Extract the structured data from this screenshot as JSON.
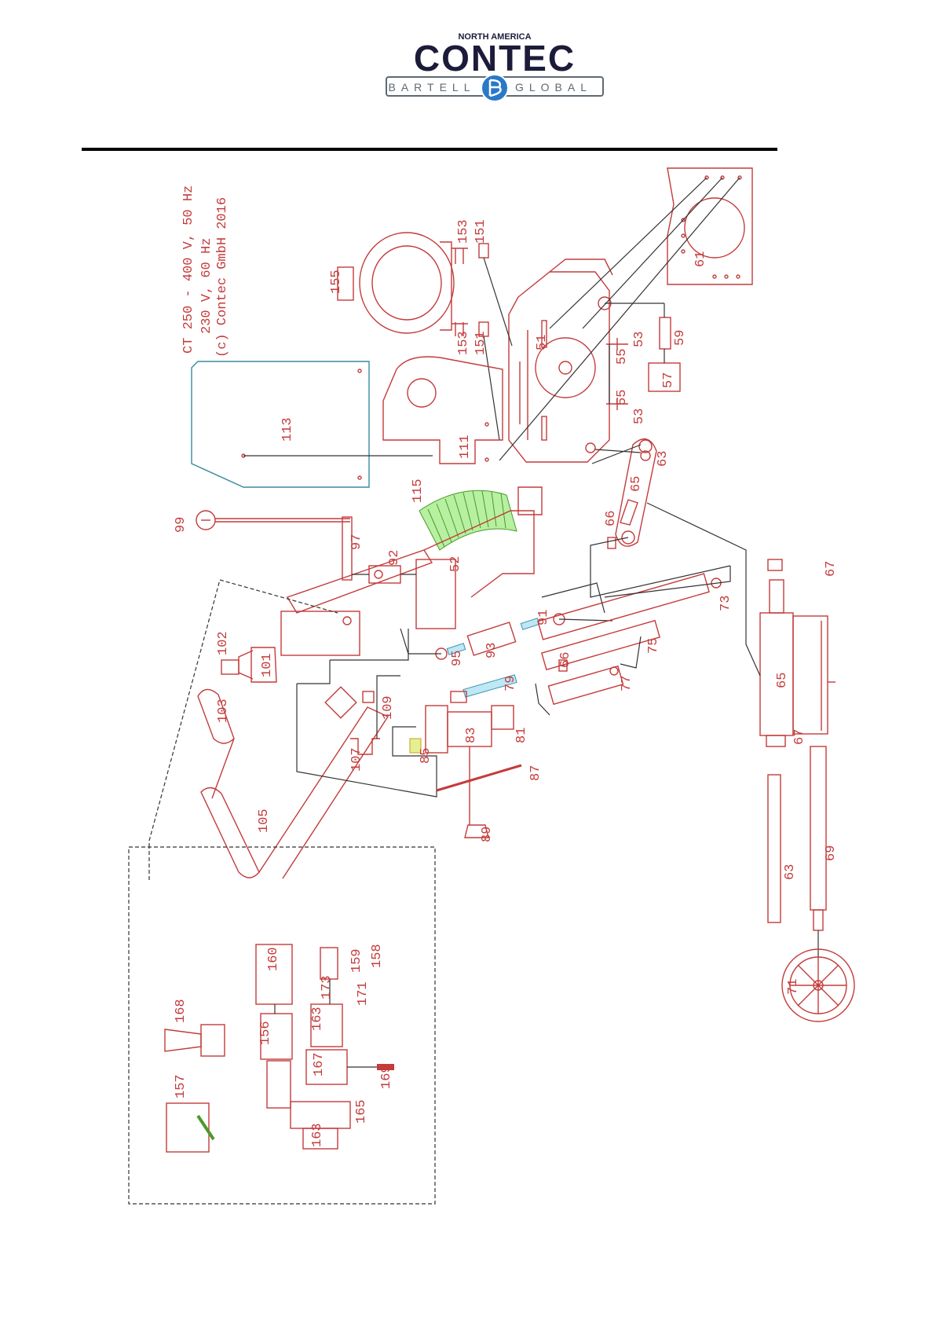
{
  "logo": {
    "top_text": "NORTH AMERICA",
    "brand": "CONTEC",
    "left_word": "BARTELL",
    "right_word": "GLOBAL",
    "colors": {
      "navy": "#1c1c3a",
      "blue": "#2a78c8",
      "gray": "#5e6a74"
    }
  },
  "caption": {
    "line1": "CT 250 - 400 V, 50 Hz",
    "line2": "230 V, 60 Hz",
    "line3": "(c) Contec GmbH 2016"
  },
  "part_labels": {
    "p51": "51",
    "p52": "52",
    "p53a": "53",
    "p53b": "53",
    "p55a": "55",
    "p55b": "55",
    "p57": "57",
    "p59": "59",
    "p61": "61",
    "p63a": "63",
    "p63b": "63",
    "p65a": "65",
    "p65b": "65",
    "p66a": "66",
    "p66b": "66",
    "p67a": "67",
    "p67b": "67",
    "p69": "69",
    "p71": "71",
    "p73": "73",
    "p75": "75",
    "p77": "77",
    "p79": "79",
    "p81": "81",
    "p83": "83",
    "p85": "85",
    "p87": "87",
    "p89": "89",
    "p91": "91",
    "p92": "92",
    "p93": "93",
    "p95": "95",
    "p97": "97",
    "p99": "99",
    "p101": "101",
    "p102": "102",
    "p103": "103",
    "p105": "105",
    "p107": "107",
    "p109": "109",
    "p111": "111",
    "p113": "113",
    "p115": "115",
    "p151a": "151",
    "p151b": "151",
    "p153a": "153",
    "p153b": "153",
    "p155": "155",
    "p156": "156",
    "p157": "157",
    "p158": "158",
    "p159": "159",
    "p160": "160",
    "p163a": "163",
    "p163b": "163",
    "p165": "165",
    "p167": "167",
    "p168": "168",
    "p169": "169",
    "p171": "171",
    "p173": "173"
  },
  "colors": {
    "line": "#c43b3b",
    "leader": "#333333",
    "accent_green": "#b7f0a0",
    "accent_cyan": "#bfe7f4"
  }
}
